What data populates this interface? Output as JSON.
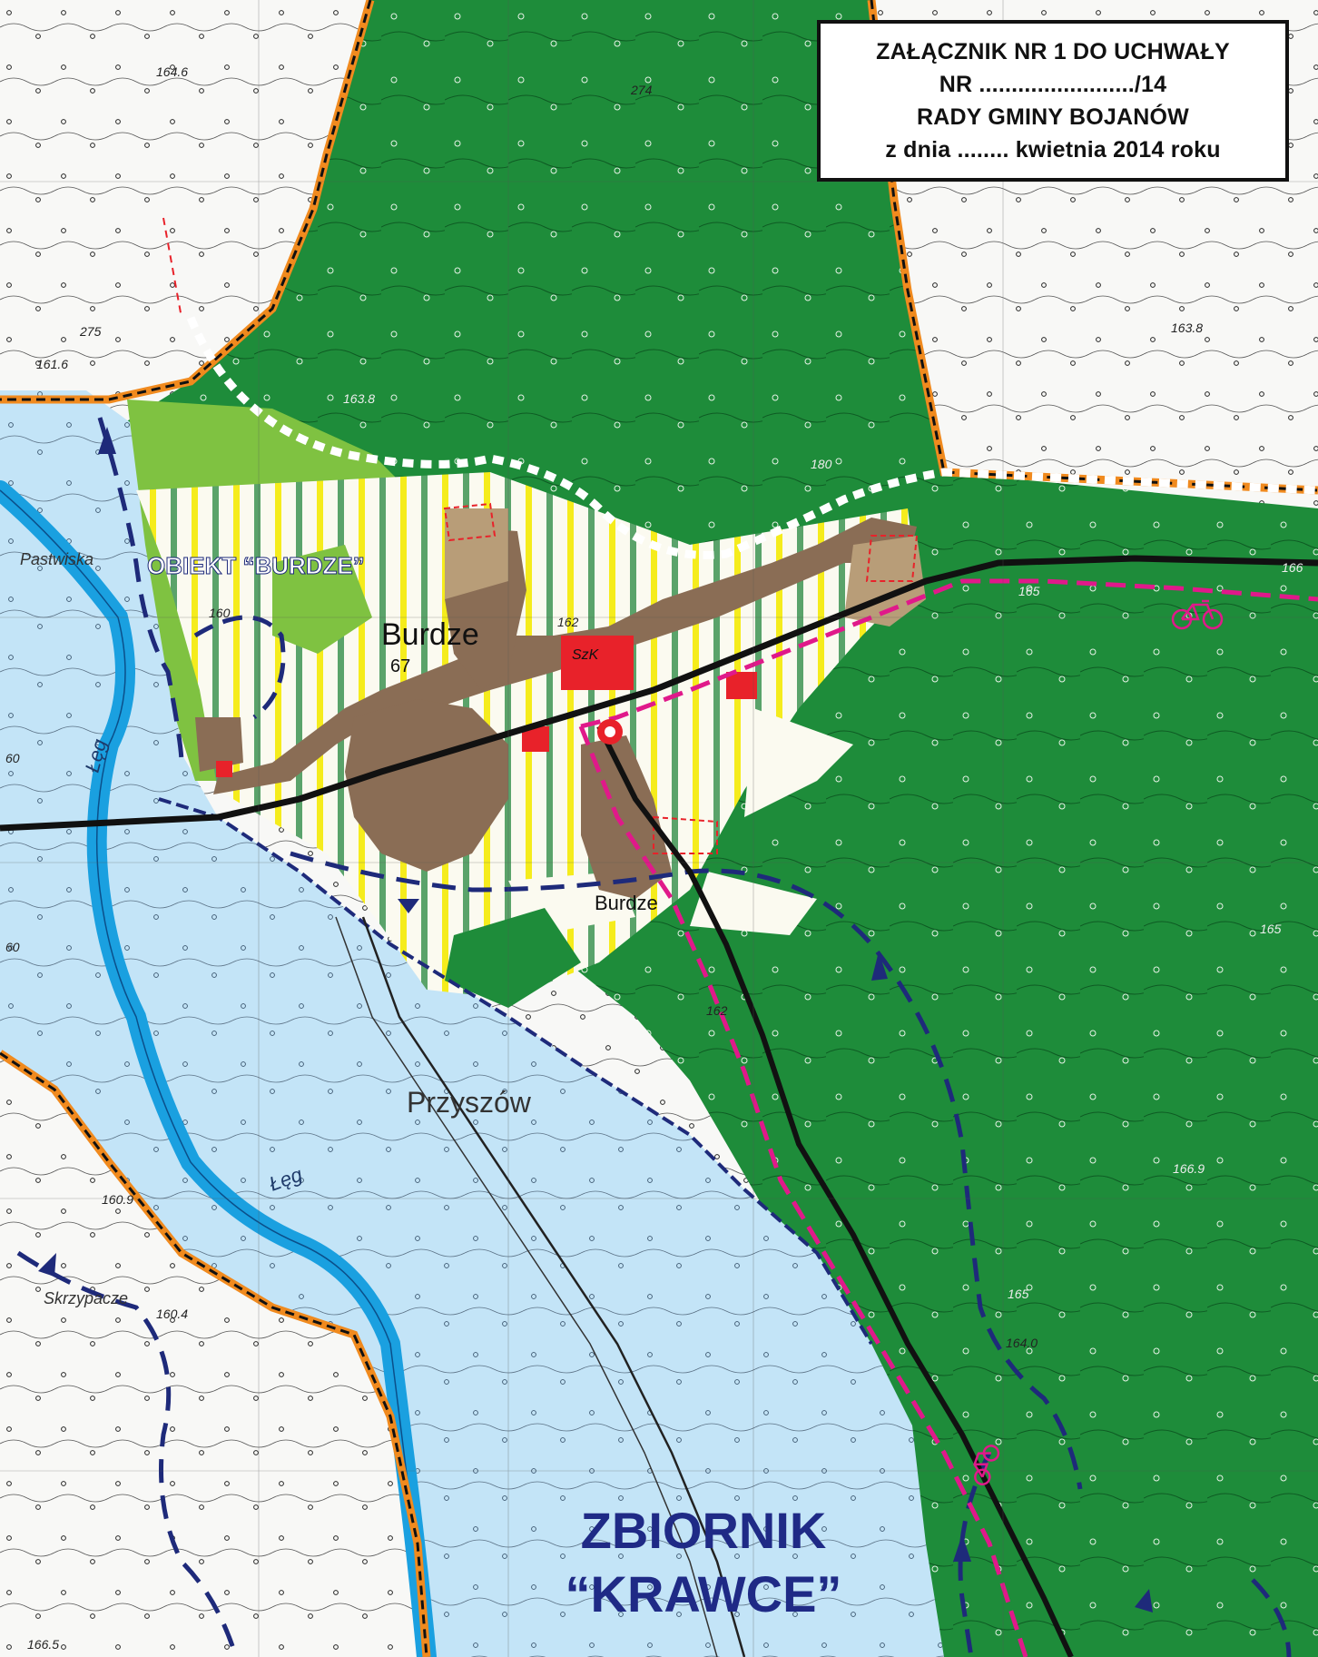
{
  "title_box": {
    "line1": "ZAŁĄCZNIK NR 1 DO UCHWAŁY",
    "line2": "NR ......................../14",
    "line3": "RADY GMINY BOJANÓW",
    "line4": "z dnia ........ kwietnia 2014 roku"
  },
  "labels": {
    "object_name": "OBIEKT “BURDZE”",
    "village_burdze": "Burdze",
    "village_burdze_number": "67",
    "village_burdze_south": "Burdze",
    "village_przyszow": "Przyszów",
    "place_pastwiska": "Pastwiska",
    "place_skrzypacze": "Skrzypacze",
    "school_mark": "SzK",
    "river_les_1": "Łęg",
    "river_les_2": "Łęg",
    "reservoir_line1": "ZBIORNIK",
    "reservoir_line2": "“KRAWCE”"
  },
  "elevations": {
    "e1": "164.6",
    "e2": "274",
    "e3": "275",
    "e4": "161.6",
    "e5": "163.8",
    "e6": "163.8",
    "e7": "180",
    "e8": "166",
    "e9": "165",
    "e10": "162",
    "e11": "165",
    "e12": "166.9",
    "e13": "165",
    "e14": "164.0",
    "e15": "160.9",
    "e16": "160.4",
    "e17": "160",
    "e18": "162",
    "e19": "60",
    "e20": "60",
    "e21": "166.5"
  },
  "colors": {
    "forest": "#1e8c3a",
    "meadow": "#7fc241",
    "water_zone": "#c3e4f7",
    "river": "#1aa0e0",
    "builtup": "#8a6d55",
    "service": "#e8222a",
    "farmland_stripe": "#f5ec1c",
    "green_stripe": "#5aa36a",
    "boundary": "#f08a1e",
    "reservoir_border": "#1e2a7a",
    "bike_route": "#e0198a",
    "road": "#111111",
    "label_blue": "#1f2a86"
  },
  "icons": [
    "bicycle-icon",
    "bicycle-icon",
    "monument-point-icon"
  ]
}
